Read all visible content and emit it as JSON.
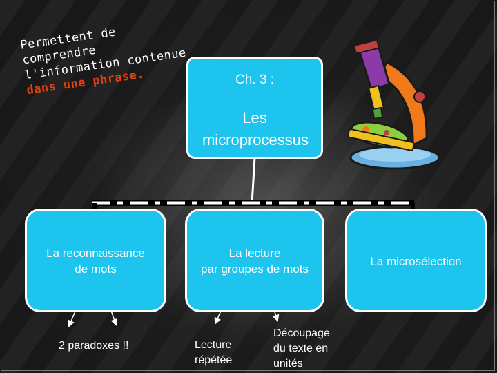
{
  "intro_text": {
    "line1": "Permettent de",
    "line2": "comprendre",
    "line3": "l'information contenue",
    "line4": "dans une phrase."
  },
  "title": {
    "line1": "Ch. 3 :",
    "line2": "Les",
    "line3": "microprocessus"
  },
  "nodes": [
    {
      "label_line1": "La reconnaissance",
      "label_line2": "de mots"
    },
    {
      "label_line1": "La lecture",
      "label_line2": "par groupes de mots"
    },
    {
      "label_line1": "La microsélection"
    }
  ],
  "subnodes": [
    {
      "line1": "2 paradoxes !!"
    },
    {
      "line1": "Lecture",
      "line2": "répétée"
    },
    {
      "line1": "Découpage",
      "line2": "du texte en",
      "line3": "unités"
    }
  ],
  "colors": {
    "box_fill": "#1cc4ee",
    "box_border": "#ffffff",
    "accent_red": "#e0400f",
    "background": "#1a1a1a"
  },
  "illustration": "microscope-clipart"
}
